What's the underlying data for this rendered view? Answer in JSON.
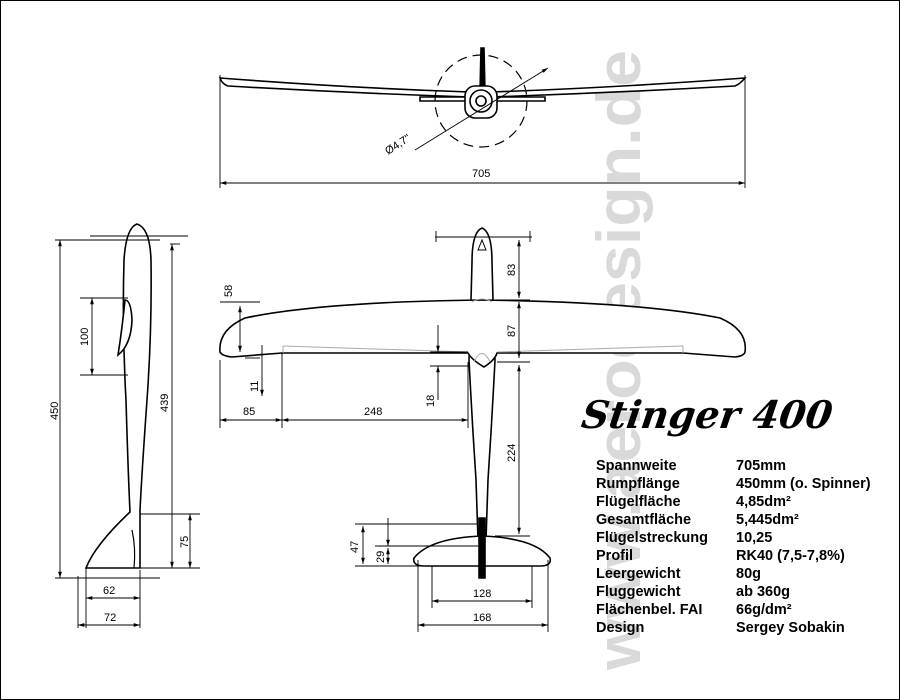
{
  "title": "Stinger 400",
  "watermark": "www.aerodesign.de",
  "specs": [
    {
      "label": "Spannweite",
      "value": "705mm"
    },
    {
      "label": "Rumpflänge",
      "value": "450mm (o. Spinner)"
    },
    {
      "label": "Flügelfläche",
      "value": "4,85dm²"
    },
    {
      "label": "Gesamtfläche",
      "value": "5,445dm²"
    },
    {
      "label": "Flügelstreckung",
      "value": "10,25"
    },
    {
      "label": "Profil",
      "value": "RK40 (7,5-7,8%)"
    },
    {
      "label": "Leergewicht",
      "value": "80g"
    },
    {
      "label": "Fluggewicht",
      "value": "ab 360g"
    },
    {
      "label": "Flächenbel. FAI",
      "value": "66g/dm²"
    },
    {
      "label": "Design",
      "value": "Sergey Sobakin"
    }
  ],
  "dimensions": {
    "front_span": "705",
    "prop_diameter": "Ø4,7\"",
    "side_total": "450",
    "side_fuselage": "439",
    "side_canopy": "100",
    "side_tail_height": "75",
    "side_tail_62": "62",
    "side_tail_72": "72",
    "top_58": "58",
    "top_11": "11",
    "top_85": "85",
    "top_248": "248",
    "top_18": "18",
    "top_83": "83",
    "top_87": "87",
    "top_224": "224",
    "top_47": "47",
    "top_29": "29",
    "top_128": "128",
    "top_168": "168"
  }
}
